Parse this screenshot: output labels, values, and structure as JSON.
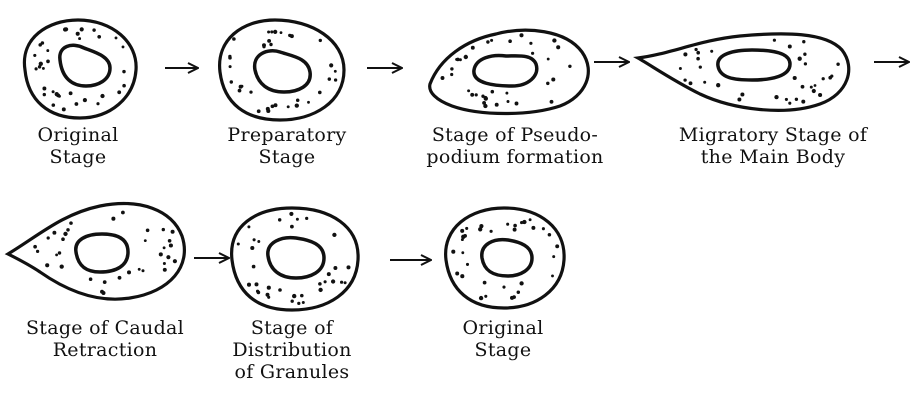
{
  "stages": [
    {
      "id": "original-stage",
      "lines": [
        "Original",
        "Stage"
      ]
    },
    {
      "id": "preparatory-stage",
      "lines": [
        "Preparatory",
        "Stage"
      ]
    },
    {
      "id": "pseudopodium-stage",
      "lines": [
        "Stage of Pseudo-",
        "podium formation"
      ]
    },
    {
      "id": "migratory-stage",
      "lines": [
        "Migratory Stage of",
        "the Main Body"
      ]
    },
    {
      "id": "caudal-retraction-stage",
      "lines": [
        "Stage of Caudal",
        "Retraction"
      ]
    },
    {
      "id": "granule-distribution-stage",
      "lines": [
        "Stage of",
        "Distribution",
        "of Granules"
      ]
    },
    {
      "id": "original-stage-final",
      "lines": [
        "Original",
        "Stage"
      ]
    }
  ],
  "colors": {
    "ink": "#111111",
    "background": "#ffffff"
  }
}
